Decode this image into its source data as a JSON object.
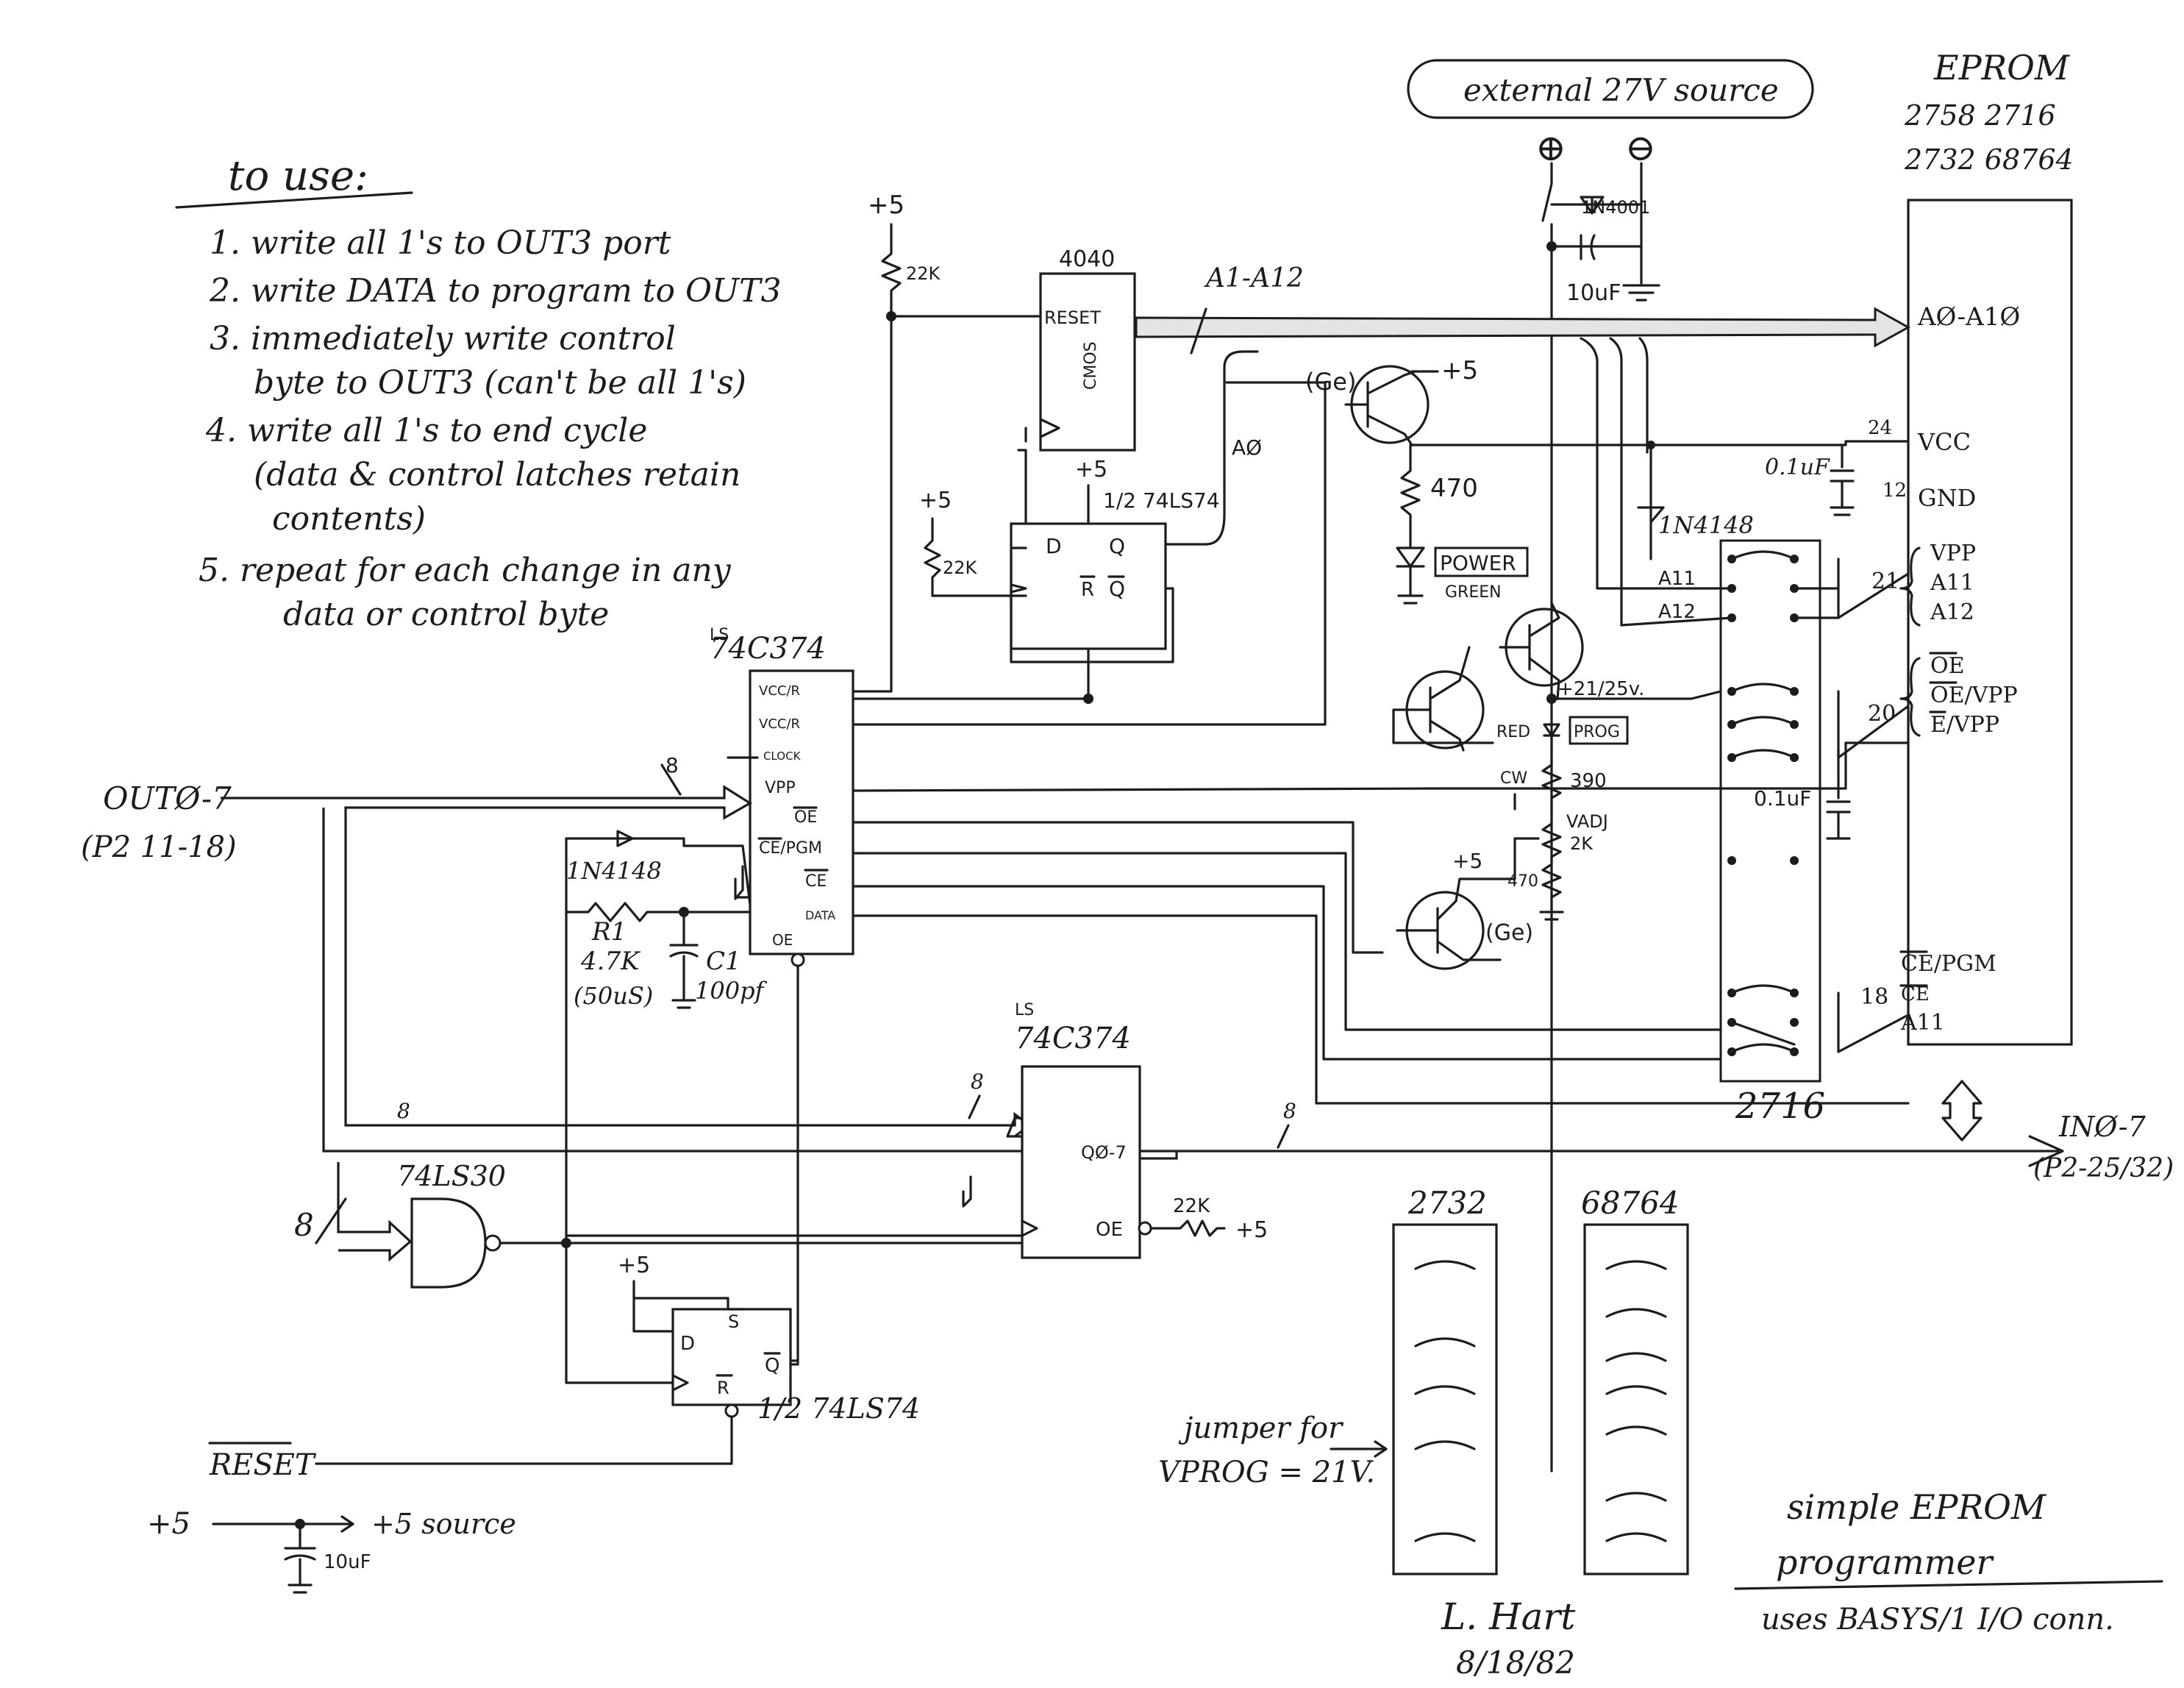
{
  "notes": {
    "title": "to use:",
    "steps": [
      "1. write all 1's to OUT3 port",
      "2. write DATA to program to OUT3",
      "3. immediately write control",
      "byte to OUT3 (can't be all 1's)",
      "4. write all 1's to end cycle",
      "(data & control latches retain",
      "contents)",
      "5. repeat for each change in any",
      "data or control byte"
    ]
  },
  "power": {
    "source_label": "external 27V source",
    "plus": "⊕",
    "minus": "⊖",
    "diode": "1N4001",
    "cap": "10uF",
    "plus5": "+5",
    "v5_source": "+5 source",
    "v5_cap": "10uF"
  },
  "eprom": {
    "title": "EPROM",
    "types_line1": "2758  2716",
    "types_line2": "2732  68764",
    "addr": "AØ-A1Ø",
    "vcc": "VCC",
    "gnd": "GND",
    "pin24": "24",
    "pin12": "12",
    "pin21": "21",
    "pin20": "20",
    "pin18": "18",
    "vpp": "VPP",
    "a11": "A11",
    "a12": "A12",
    "oe": "OE",
    "oe_vpp": "OE/VPP",
    "e_vpp": "E/VPP",
    "ce_pgm": "CE/PGM",
    "ce": "CE",
    "a11b": "A11"
  },
  "counter": {
    "part": "4040",
    "reset": "RESET",
    "cmos": "CMOS",
    "bus_label": "A1-A12",
    "r22k": "22K",
    "plus5": "+5"
  },
  "ff_top": {
    "part": "1/2 74LS74",
    "d": "D",
    "q": "Q",
    "qbar": "Q",
    "r": "R",
    "a0": "AØ",
    "plus5": "+5",
    "plus5b": "+5",
    "r22k": "22K"
  },
  "latch_ctrl": {
    "part_top": "LS",
    "part": "74C374",
    "pins": [
      "VCC/R",
      "VCC/R",
      "CLOCK",
      "VPP",
      "OE",
      "CE/PGM",
      "CE",
      "DATA"
    ],
    "oe_pin": "OE",
    "bus_width": "8"
  },
  "input_port": {
    "name": "OUTØ-7",
    "pins": "(P2 11-18)"
  },
  "rc": {
    "diode": "1N4148",
    "r1": "R1",
    "r1v": "4.7K",
    "time": "(50uS)",
    "c1": "C1",
    "c1v": "100pf"
  },
  "latch_data": {
    "part_top": "LS",
    "part": "74C374",
    "q": "QØ-7",
    "oe": "OE",
    "bus_in": "8",
    "bus_out": "8",
    "pullup": "22K",
    "plus5": "+5"
  },
  "out_port": {
    "name": "INØ-7",
    "pins": "(P2-25/32)"
  },
  "nand": {
    "part": "74LS30",
    "width": "8",
    "width2": "8"
  },
  "ff_bottom": {
    "part": "1/2 74LS74",
    "d": "D",
    "s": "S",
    "q": "Q",
    "r": "R",
    "plus5": "+5"
  },
  "reset_line": {
    "label": "RESET"
  },
  "regulator": {
    "ge1": "(Ge)",
    "plus5": "+5",
    "r470": "470",
    "power_led": "POWER",
    "power_color": "GREEN",
    "diode": "1N4148",
    "cap": "0.1uF",
    "vprog": "+21/25v.",
    "red": "RED",
    "prog": "PROG",
    "cw": "CW",
    "r390": "390",
    "vadj": "VADJ",
    "vadj_val": "2K",
    "r470b": "470",
    "plus5b": "+5",
    "ge2": "(Ge)",
    "cap2": "0.1uF",
    "a11": "A11",
    "a12": "A12"
  },
  "jumpers": {
    "main": "2716",
    "j2732": "2732",
    "j68764": "68764",
    "note_line1": "jumper for",
    "note_line2": "VPROG = 21V."
  },
  "signature": {
    "title_line1": "simple EPROM",
    "title_line2": "programmer",
    "title_line3": "uses BASYS/1 I/O conn.",
    "author": "L. Hart",
    "date": "8/18/82"
  }
}
